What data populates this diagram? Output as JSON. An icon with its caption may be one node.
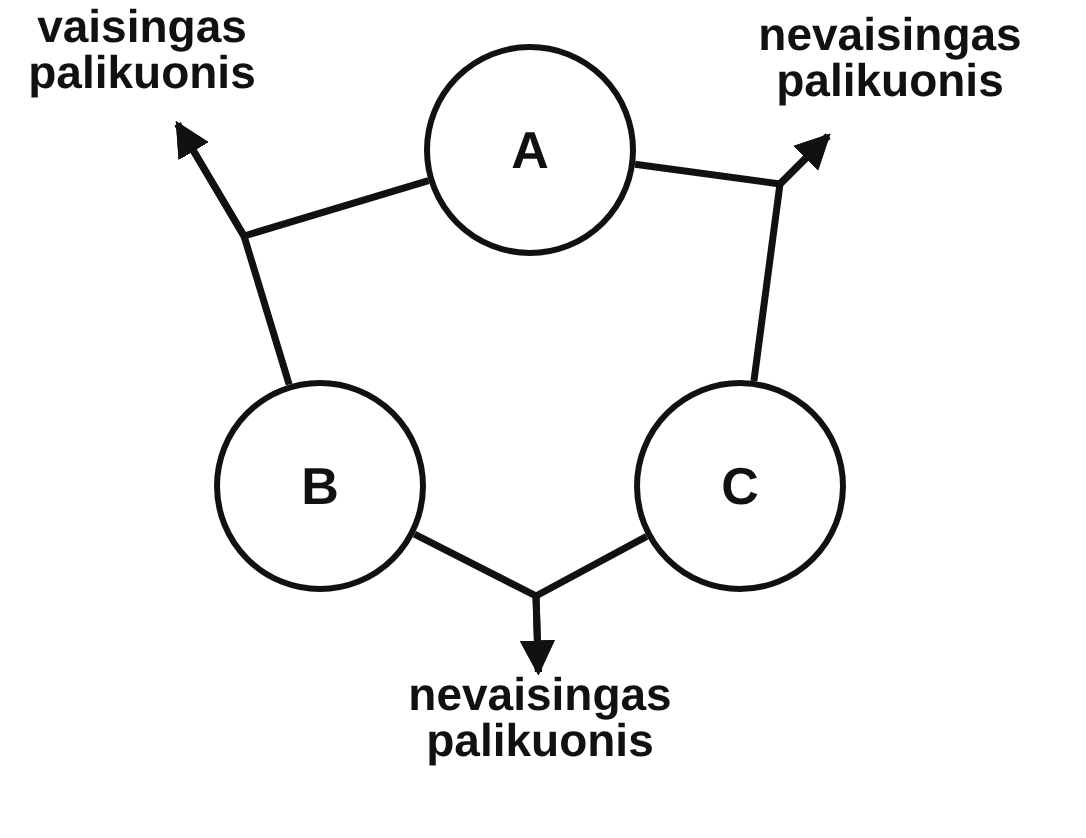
{
  "diagram": {
    "nodes": [
      {
        "text": [
          "A"
        ]
      },
      {
        "text": [
          "B"
        ]
      },
      {
        "text": [
          "C"
        ]
      },
      {
        "text": [
          "vaisingas palikuonis"
        ]
      },
      {
        "text": [
          "nevaisingas palikuonis"
        ]
      },
      {
        "text": [
          "nevaisingas palikuonis"
        ]
      }
    ],
    "edges": [
      {
        "from": 0,
        "to": 3,
        "arrow": "to"
      },
      {
        "from": 1,
        "to": 3,
        "arrow": "to"
      },
      {
        "from": 0,
        "to": 4,
        "arrow": "to"
      },
      {
        "from": 2,
        "to": 4,
        "arrow": "to"
      },
      {
        "from": 1,
        "to": 5,
        "arrow": "to"
      },
      {
        "from": 2,
        "to": 5,
        "arrow": "to"
      }
    ]
  }
}
